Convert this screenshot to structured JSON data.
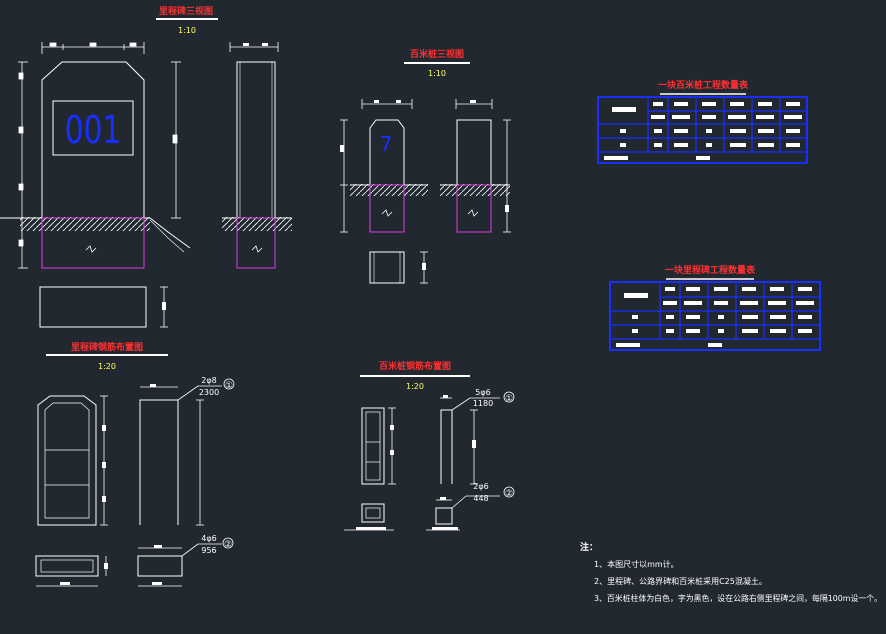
{
  "colors": {
    "background": "#212830",
    "line": "#ffffff",
    "title": "#ff3030",
    "scale": "#ffff66",
    "table": "#1a2fff",
    "number": "#1a2fff",
    "buried": "#e040e0",
    "tableText": "#ffffff"
  },
  "views": {
    "milestone_title": "里程碑三视图",
    "milestone_scale": "1:10",
    "milestone_number": "001",
    "hm_post_title": "百米桩三视图",
    "hm_post_scale": "1:10",
    "hm_post_number": "7",
    "milestone_rebar_title": "里程碑钢筋布置图",
    "milestone_rebar_scale": "1:20",
    "hm_rebar_title": "百米桩钢筋布置图",
    "hm_rebar_scale": "1:20"
  },
  "rebar_labels": {
    "m1_spec": "2φ8",
    "m1_len": "2300",
    "m1_mark": "①",
    "m2_spec": "4φ6",
    "m2_len": "956",
    "m2_mark": "②",
    "h1_spec": "5φ6",
    "h1_len": "1180",
    "h1_mark": "①",
    "h2_spec": "2φ6",
    "h2_len": "448",
    "h2_mark": "②"
  },
  "tables": {
    "hm_title": "一块百米桩工程数量表",
    "milestone_title": "一块里程碑工程数量表"
  },
  "notes": {
    "heading": "注：",
    "line1": "1、本图尺寸以mm计。",
    "line2": "2、里程碑、公路界碑和百米桩采用C25混凝土。",
    "line3": "3、百米桩柱体为白色，字为黑色，设在公路右侧里程碑之间，每隔100m设一个。"
  }
}
